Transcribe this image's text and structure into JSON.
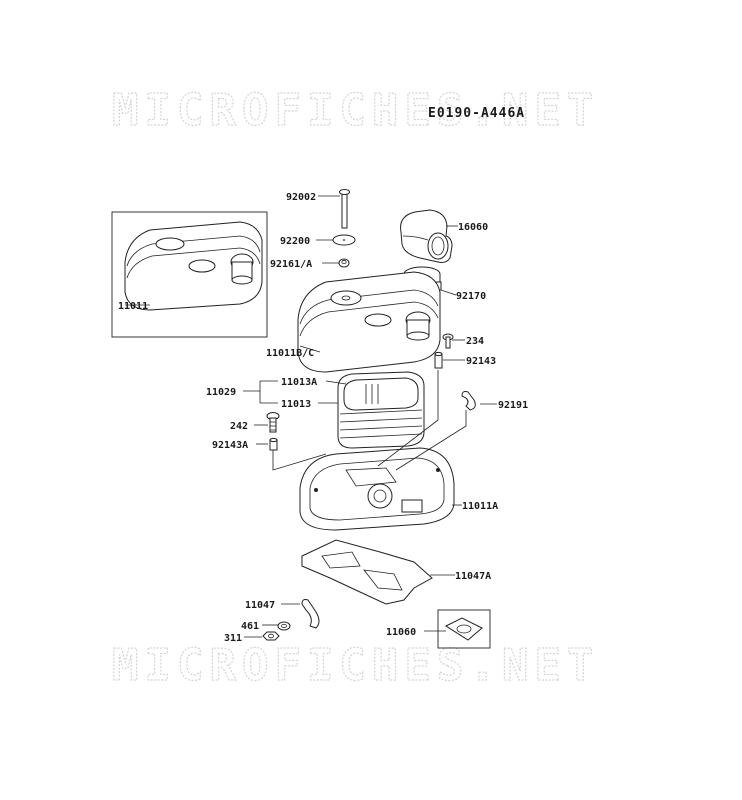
{
  "diagram": {
    "code": "E0190-A446A",
    "watermark": "MICROFICHES.NET",
    "labels": {
      "p92002": "92002",
      "p16060": "16060",
      "p92200": "92200",
      "p92161A": "92161/A",
      "p92170": "92170",
      "p11011": "11011",
      "p234": "234",
      "p11011BC": "11011B/C",
      "p92143": "92143",
      "p11029": "11029",
      "p11013A": "11013A",
      "p11013": "11013",
      "p92191": "92191",
      "p242": "242",
      "p92143A": "92143A",
      "p11011A": "11011A",
      "p11047A": "11047A",
      "p11047": "11047",
      "p461": "461",
      "p11060": "11060",
      "p311": "311"
    }
  }
}
